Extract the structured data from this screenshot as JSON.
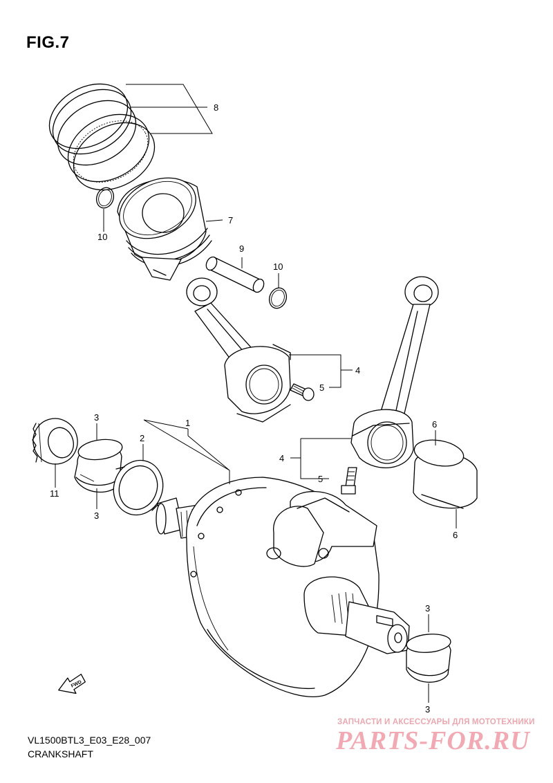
{
  "figure": {
    "title": "FIG.7"
  },
  "footer": {
    "code": "VL1500BTL3_E03_E28_007",
    "name": "CRANKSHAFT"
  },
  "fwd_label": "FWD",
  "watermark": {
    "tagline": "ЗАПЧАСТИ И АКСЕССУАРЫ ДЛЯ МОТОТЕХНИКИ",
    "brand": "PARTS-FOR.RU"
  },
  "callouts": [
    {
      "id": "c8",
      "label": "8"
    },
    {
      "id": "c7",
      "label": "7"
    },
    {
      "id": "c10a",
      "label": "10"
    },
    {
      "id": "c9",
      "label": "9"
    },
    {
      "id": "c10b",
      "label": "10"
    },
    {
      "id": "c4a",
      "label": "4"
    },
    {
      "id": "c5a",
      "label": "5"
    },
    {
      "id": "c1",
      "label": "1"
    },
    {
      "id": "c2",
      "label": "2"
    },
    {
      "id": "c3a",
      "label": "3"
    },
    {
      "id": "c3b",
      "label": "3"
    },
    {
      "id": "c11",
      "label": "11"
    },
    {
      "id": "c6a",
      "label": "6"
    },
    {
      "id": "c6b",
      "label": "6"
    },
    {
      "id": "c4b",
      "label": "4"
    },
    {
      "id": "c5b",
      "label": "5"
    },
    {
      "id": "c3c",
      "label": "3"
    },
    {
      "id": "c3d",
      "label": "3"
    }
  ]
}
